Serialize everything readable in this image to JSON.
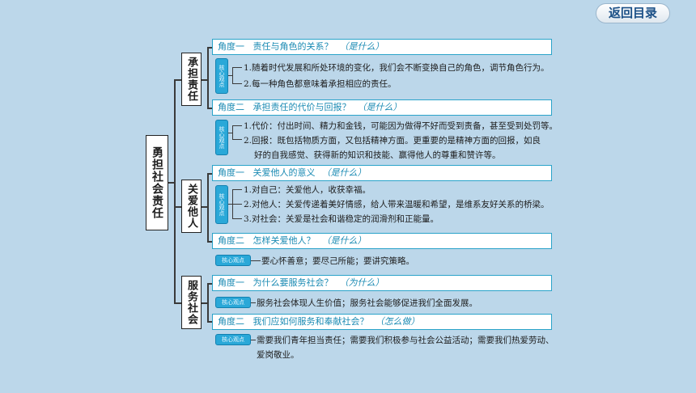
{
  "return_button": "返回目录",
  "root": "勇担社会责任",
  "sections": [
    {
      "title": "承担责任",
      "angles": [
        {
          "label": "角度一",
          "question": "责任与角色的关系？",
          "type": "（是什么）",
          "badge": "核心观点",
          "points": [
            "1.随着时代发展和所处环境的变化，我们会不断变换自己的角色，调节角色行为。",
            "2.每一种角色都意味着承担相应的责任。"
          ]
        },
        {
          "label": "角度二",
          "question": "承担责任的代价与回报？",
          "type": "（是什么）",
          "badge": "核心观点",
          "points": [
            "1.代价：付出时间、精力和金钱，可能因为做得不好而受到责备，甚至受到处罚等。",
            "2.回报：既包括物质方面，又包括精神方面。更重要的是精神方面的回报，如良",
            "好的自我感觉、获得新的知识和技能、赢得他人的尊重和赞许等。"
          ]
        }
      ]
    },
    {
      "title": "关爱他人",
      "angles": [
        {
          "label": "角度一",
          "question": "关爱他人的意义",
          "type": "（是什么）",
          "badge": "核心观点",
          "points": [
            "1.对自己：关爱他人，收获幸福。",
            "2.对他人：关爱传递着美好情感，给人带来温暖和希望，是维系友好关系的桥梁。",
            "3.对社会：关爱是社会和谐稳定的润滑剂和正能量。"
          ]
        },
        {
          "label": "角度二",
          "question": "怎样关爱他人？",
          "type": "（是什么）",
          "badge": "核心观点",
          "points": [
            "要心怀善意；要尽己所能；要讲究策略。"
          ]
        }
      ]
    },
    {
      "title": "服务社会",
      "angles": [
        {
          "label": "角度一",
          "question": "为什么要服务社会？",
          "type": "（为什么）",
          "badge": "核心观点",
          "points": [
            "服务社会体现人生价值；服务社会能够促进我们全面发展。"
          ]
        },
        {
          "label": "角度二",
          "question": "我们应如何服务和奉献社会？",
          "type": "（怎么做）",
          "badge": "核心观点",
          "points": [
            "需要我们青年担当责任；需要我们积极参与社会公益活动；需要我们热爱劳动、",
            "爱岗敬业。"
          ]
        }
      ]
    }
  ]
}
